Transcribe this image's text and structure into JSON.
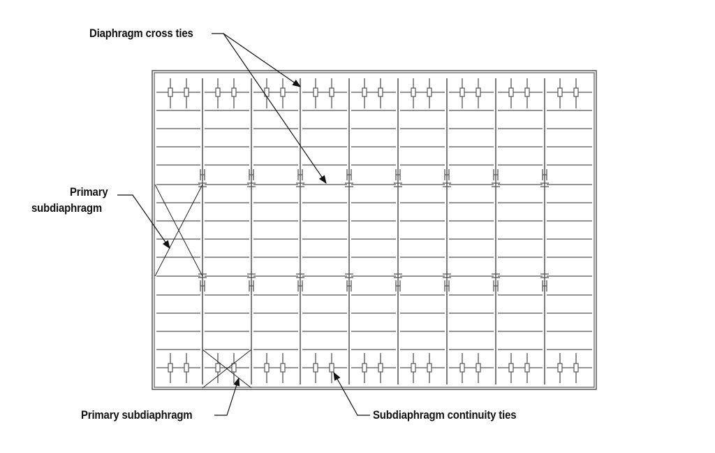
{
  "labels": {
    "diaphragm_cross_ties": "Diaphragm cross ties",
    "primary_subdiaphragm_left_line1": "Primary",
    "primary_subdiaphragm_left_line2": "subdiaphragm",
    "primary_subdiaphragm_bottom": "Primary subdiaphragm",
    "subdiaphragm_continuity_ties": "Subdiaphragm continuity ties"
  },
  "colors": {
    "line": "#555555",
    "leader": "#111111"
  }
}
